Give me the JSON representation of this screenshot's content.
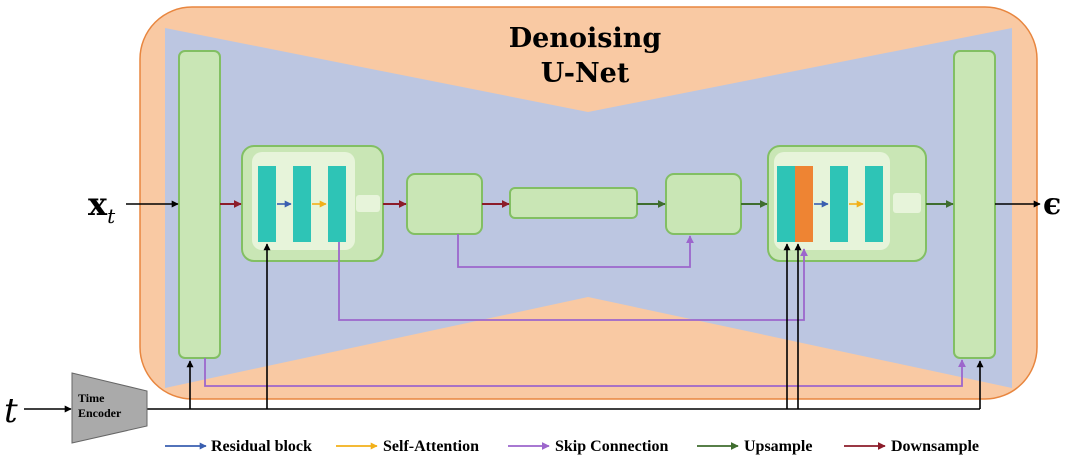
{
  "title": {
    "line1": "Denoising",
    "line2": "U-Net"
  },
  "inputs": {
    "x_main": "x",
    "x_sub": "t",
    "t": "t",
    "output": "ϵ"
  },
  "time_encoder": {
    "line1": "Time",
    "line2": "Encoder"
  },
  "legend": [
    {
      "label": "Residual block",
      "color": "#3a5fb0"
    },
    {
      "label": "Self-Attention",
      "color": "#f2b019"
    },
    {
      "label": "Skip Connection",
      "color": "#9c66cc"
    },
    {
      "label": "Upsample",
      "color": "#3f6d2e"
    },
    {
      "label": "Downsample",
      "color": "#8c1c2a"
    }
  ],
  "colors": {
    "outer_fill": "#f9c9a3",
    "outer_stroke": "#e8863f",
    "unet_shape": "#bcc6e1",
    "block_fill": "#c9e6b5",
    "block_stroke": "#82bf63",
    "inner_panel": "#e7f4da",
    "residual_bar": "#2ec4b6",
    "attention_bar": "#ee8433",
    "encoder_fill": "#aaaaaa"
  }
}
